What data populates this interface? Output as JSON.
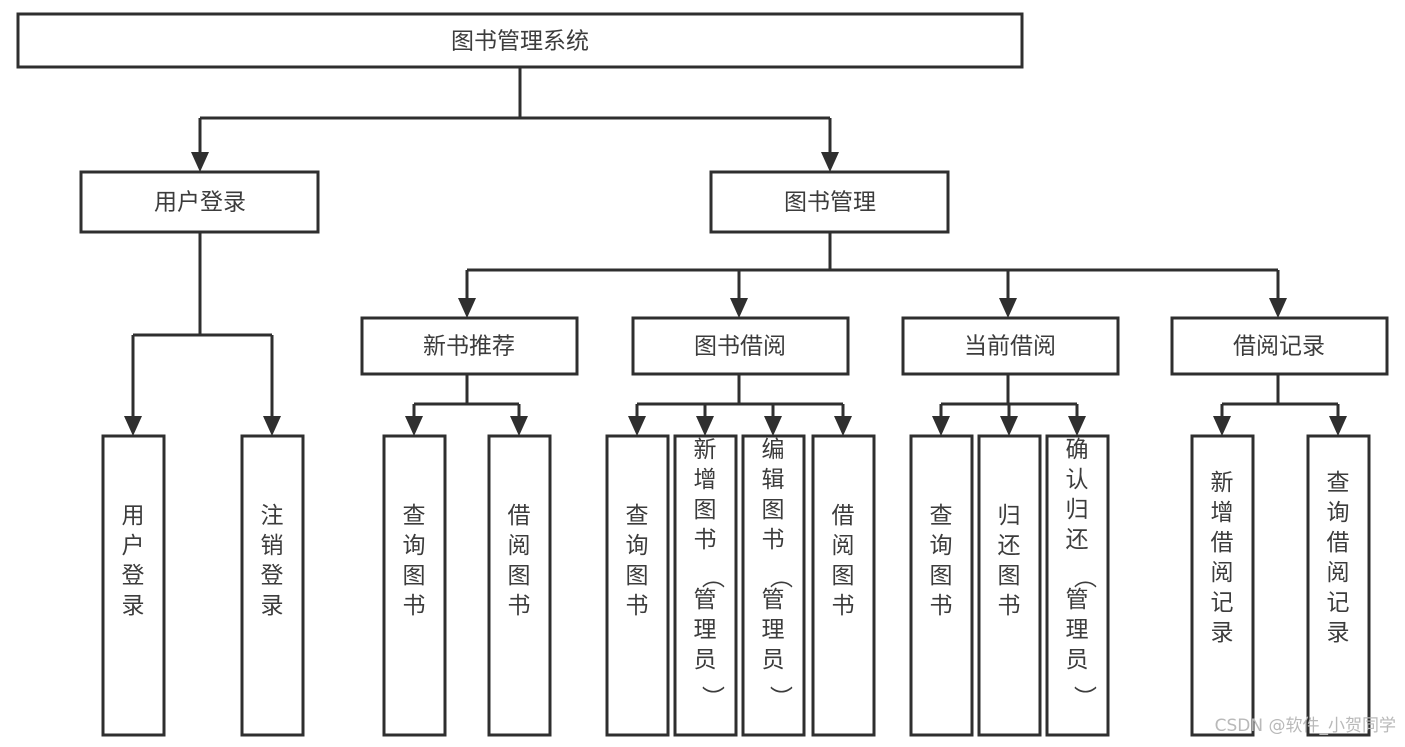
{
  "diagram": {
    "type": "tree",
    "title": "图书管理系统",
    "orientation": "top-down",
    "colors": {
      "box_fill": "#ffffff",
      "box_stroke": "#2f2f2f",
      "text": "#3c3c3c",
      "connector": "#2f2f2f",
      "watermark": "#b9b9b9",
      "background": "#ffffff"
    },
    "root": {
      "id": "root",
      "label": "图书管理系统",
      "orient": "horizontal"
    },
    "level1": [
      {
        "id": "user-login",
        "label": "用户登录",
        "orient": "horizontal"
      },
      {
        "id": "book-management",
        "label": "图书管理",
        "orient": "horizontal"
      }
    ],
    "level2": [
      {
        "id": "new-book-recommend",
        "label": "新书推荐",
        "orient": "horizontal",
        "parent": "book-management"
      },
      {
        "id": "book-borrow",
        "label": "图书借阅",
        "orient": "horizontal",
        "parent": "book-management"
      },
      {
        "id": "current-borrow",
        "label": "当前借阅",
        "orient": "horizontal",
        "parent": "book-management"
      },
      {
        "id": "borrow-record",
        "label": "借阅记录",
        "orient": "horizontal",
        "parent": "book-management"
      }
    ],
    "leaves": [
      {
        "id": "leaf-user-login",
        "label": "用户登录",
        "orient": "vertical",
        "parent": "user-login"
      },
      {
        "id": "leaf-user-logout",
        "label": "注销登录",
        "orient": "vertical",
        "parent": "user-login"
      },
      {
        "id": "leaf-query-book-1",
        "label": "查询图书",
        "orient": "vertical",
        "parent": "new-book-recommend"
      },
      {
        "id": "leaf-borrow-book-1",
        "label": "借阅图书",
        "orient": "vertical",
        "parent": "new-book-recommend"
      },
      {
        "id": "leaf-query-book-2",
        "label": "查询图书",
        "orient": "vertical",
        "parent": "book-borrow"
      },
      {
        "id": "leaf-add-book",
        "label": "新增图书（管理员）",
        "orient": "vertical",
        "parent": "book-borrow"
      },
      {
        "id": "leaf-edit-book",
        "label": "编辑图书（管理员）",
        "orient": "vertical",
        "parent": "book-borrow"
      },
      {
        "id": "leaf-borrow-book-2",
        "label": "借阅图书",
        "orient": "vertical",
        "parent": "book-borrow"
      },
      {
        "id": "leaf-query-book-3",
        "label": "查询图书",
        "orient": "vertical",
        "parent": "current-borrow"
      },
      {
        "id": "leaf-return-book",
        "label": "归还图书",
        "orient": "vertical",
        "parent": "current-borrow"
      },
      {
        "id": "leaf-confirm-return",
        "label": "确认归还（管理员）",
        "orient": "vertical",
        "parent": "current-borrow"
      },
      {
        "id": "leaf-add-record",
        "label": "新增借阅记录",
        "orient": "vertical",
        "parent": "borrow-record"
      },
      {
        "id": "leaf-query-record",
        "label": "查询借阅记录",
        "orient": "vertical",
        "parent": "borrow-record"
      }
    ]
  },
  "watermark": {
    "text": "CSDN @软件_小贺同学"
  }
}
